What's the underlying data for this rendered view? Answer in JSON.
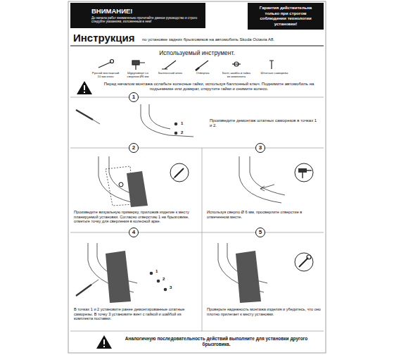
{
  "diagram": {
    "title": "Инструкция",
    "nodes": [
      {
        "text": [
          "ВНИМАНИЕ!",
          "До начала работ внимательно прочитайте данное руководство и строго следуйте указаниям, изложенным в нем!"
        ]
      },
      {
        "text": [
          "Гарантия действительна только при строгом соблюдении технологии установки!"
        ]
      },
      {
        "text": [
          "1"
        ]
      },
      {
        "text": [
          "2"
        ]
      },
      {
        "text": [
          "3"
        ]
      },
      {
        "text": [
          "4"
        ]
      },
      {
        "text": [
          "5"
        ]
      }
    ],
    "labels": [
      "по установке задних брызговиков на автомобиль Skoda Octavia A8.",
      "Используемый инструмент.",
      "Ручной монтажный 10 мм ключ",
      "Шуруповерт со сверлом Ø6 мм",
      "Баллонный ключ",
      "Отвертка",
      "Болт, шайба и гайка из комплекта",
      "Штатные саморезы",
      "Перед началом монтажа ослабьте колесные гайки, используя баллонный ключ. Поднимите автомобиль на подъемнике или домкрат, открутите гайки и снимите колесо.",
      "Произведите демонтаж штатных саморезов в точках 1 и 2.",
      "1",
      "2",
      "Произведите визуальную примерку, приложив изделие к месту планируемой установки. Согласно отверстию 1 на брызговике, отметьте точку для сверления в колесной арке.",
      "Используя сверло Ø 6 мм, просверлите отверстие в отмеченном месте.",
      "В точках 1 и 2 установите ранее демонтированные штатные саморезы. В точку 3 установите винт с гайкой и шайбой из комплекта поставки.",
      "1",
      "2",
      "3",
      "Проверьте надежность монтажа изделия и убедитесь, что оно плотно прилегает к месту установки.",
      "Аналогичную последовательность действий выполните для установки другого брызговика."
    ]
  }
}
